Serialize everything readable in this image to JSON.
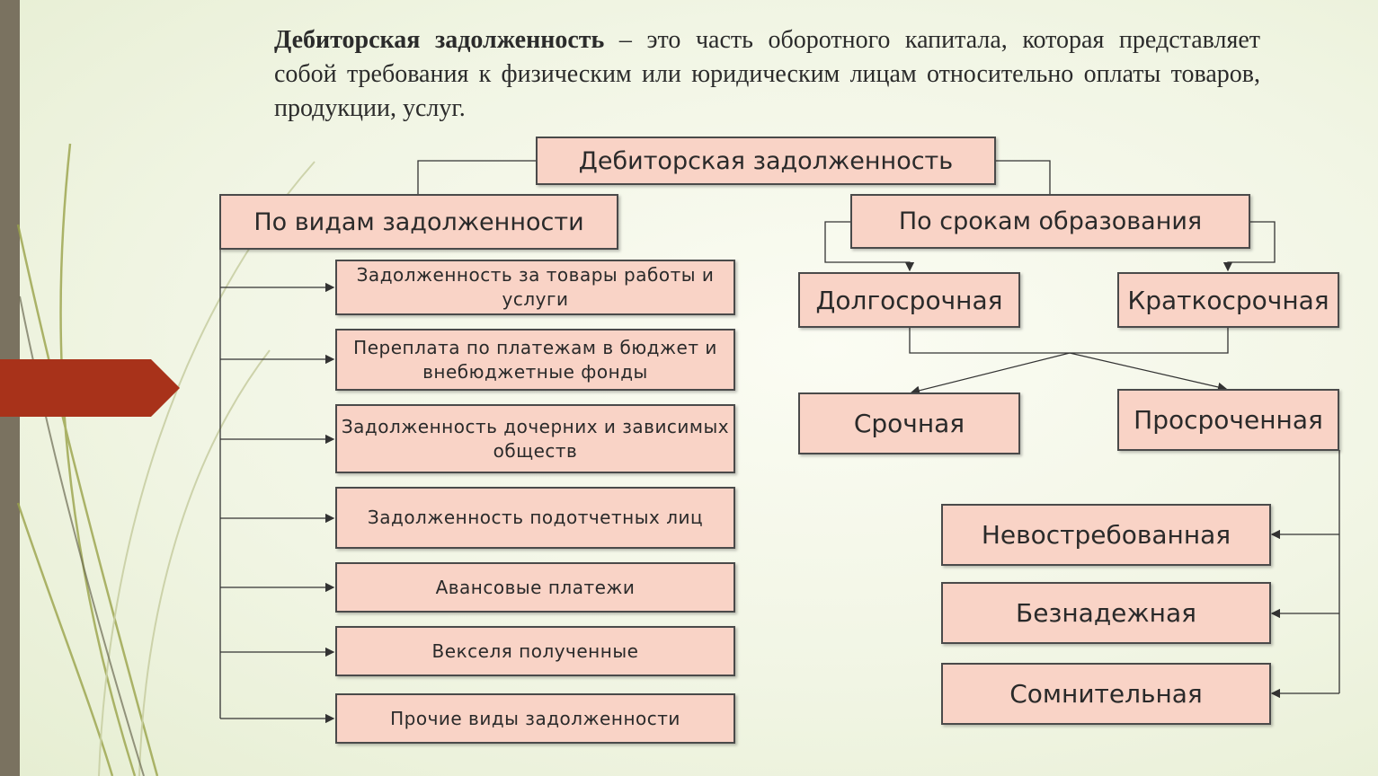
{
  "intro": {
    "term": "Дебиторская задолженность",
    "definition": " – это часть оборотного капитала, которая представляет собой требования к физическим или юридическим лицам относительно оплаты товаров, продукции, услуг."
  },
  "diagram": {
    "root": "Дебиторская задолженность",
    "by_type": {
      "label": "По видам задолженности",
      "items": [
        "Задолженность за товары работы и услуги",
        "Переплата по платежам в бюджет и внебюджетные фонды",
        "Задолженность дочерних и зависимых обществ",
        "Задолженность подотчетных лиц",
        "Авансовые платежи",
        "Векселя полученные",
        "Прочие виды задолженности"
      ]
    },
    "by_term": {
      "label": "По срокам образования",
      "long_term": "Долгосрочная",
      "short_term": "Краткосрочная",
      "urgent": "Срочная",
      "overdue": "Просроченная",
      "overdue_items": [
        "Невостребованная",
        "Безнадежная",
        "Сомнительная"
      ]
    }
  },
  "colors": {
    "box_fill": "#f9d3c6",
    "box_border": "#4a4a4a",
    "accent_arrow": "#a8321a",
    "side_bar": "#7a7260"
  }
}
